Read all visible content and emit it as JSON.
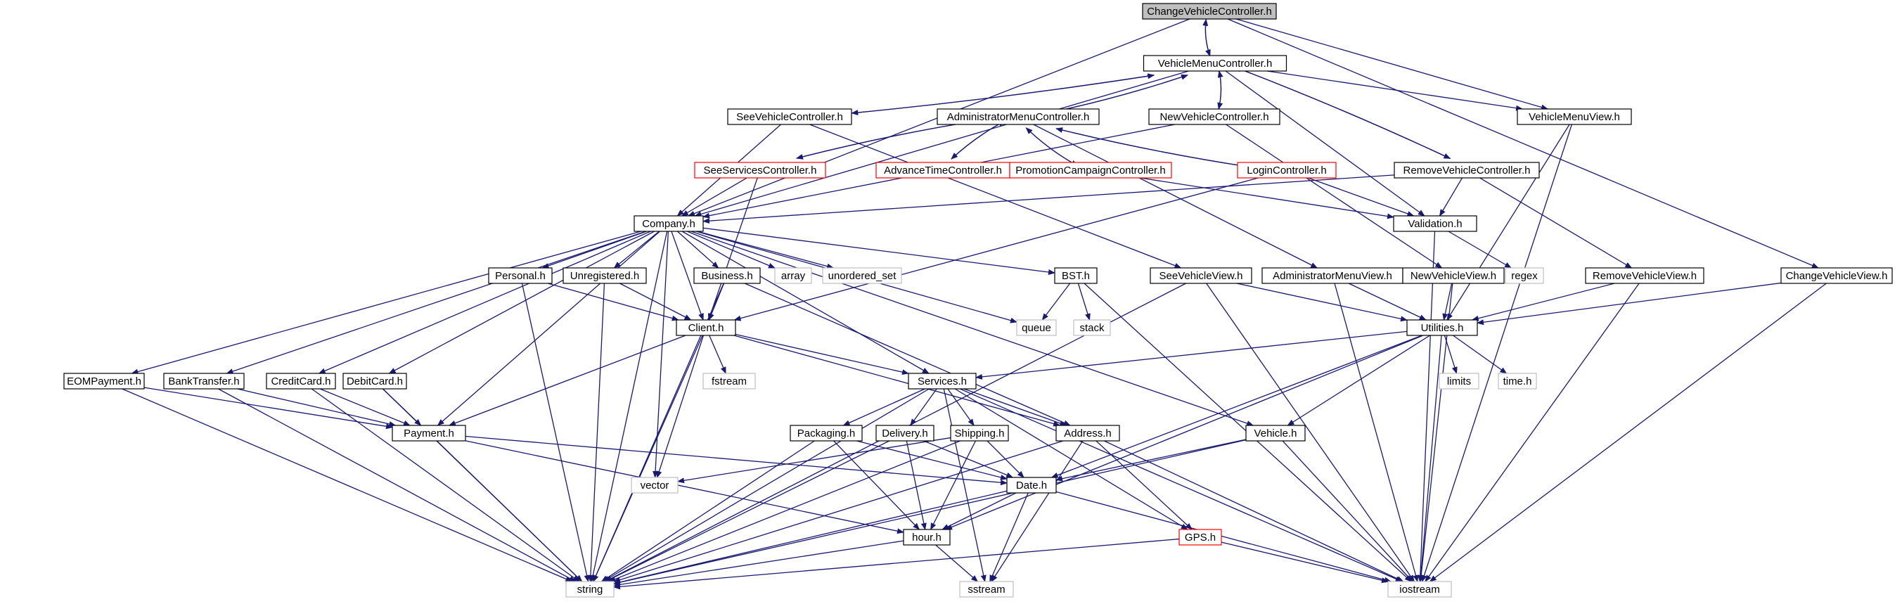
{
  "title": "",
  "nodes": [
    {
      "id": "ChangeVehicleController",
      "label": "ChangeVehicleController.h",
      "style": "root"
    },
    {
      "id": "VehicleMenuController",
      "label": "VehicleMenuController.h",
      "style": "normal"
    },
    {
      "id": "SeeVehicleController",
      "label": "SeeVehicleController.h",
      "style": "normal"
    },
    {
      "id": "AdministratorMenuController",
      "label": "AdministratorMenuController.h",
      "style": "normal"
    },
    {
      "id": "NewVehicleController",
      "label": "NewVehicleController.h",
      "style": "normal"
    },
    {
      "id": "VehicleMenuView",
      "label": "VehicleMenuView.h",
      "style": "normal"
    },
    {
      "id": "SeeServicesController",
      "label": "SeeServicesController.h",
      "style": "red"
    },
    {
      "id": "AdvanceTimeController",
      "label": "AdvanceTimeController.h",
      "style": "red"
    },
    {
      "id": "PromotionCampaignController",
      "label": "PromotionCampaignController.h",
      "style": "red"
    },
    {
      "id": "LoginController",
      "label": "LoginController.h",
      "style": "red"
    },
    {
      "id": "RemoveVehicleController",
      "label": "RemoveVehicleController.h",
      "style": "normal"
    },
    {
      "id": "Company",
      "label": "Company.h",
      "style": "normal"
    },
    {
      "id": "Validation",
      "label": "Validation.h",
      "style": "normal"
    },
    {
      "id": "Personal",
      "label": "Personal.h",
      "style": "normal"
    },
    {
      "id": "Unregistered",
      "label": "Unregistered.h",
      "style": "normal"
    },
    {
      "id": "Business",
      "label": "Business.h",
      "style": "normal"
    },
    {
      "id": "array",
      "label": "array",
      "style": "gray"
    },
    {
      "id": "unordered_set",
      "label": "unordered_set",
      "style": "gray"
    },
    {
      "id": "BST",
      "label": "BST.h",
      "style": "normal"
    },
    {
      "id": "SeeVehicleView",
      "label": "SeeVehicleView.h",
      "style": "normal"
    },
    {
      "id": "AdministratorMenuView",
      "label": "AdministratorMenuView.h",
      "style": "normal"
    },
    {
      "id": "NewVehicleView",
      "label": "NewVehicleView.h",
      "style": "normal"
    },
    {
      "id": "regex",
      "label": "regex",
      "style": "gray"
    },
    {
      "id": "RemoveVehicleView",
      "label": "RemoveVehicleView.h",
      "style": "normal"
    },
    {
      "id": "ChangeVehicleView",
      "label": "ChangeVehicleView.h",
      "style": "normal"
    },
    {
      "id": "Client",
      "label": "Client.h",
      "style": "normal"
    },
    {
      "id": "queue",
      "label": "queue",
      "style": "gray"
    },
    {
      "id": "stack",
      "label": "stack",
      "style": "gray"
    },
    {
      "id": "Utilities",
      "label": "Utilities.h",
      "style": "normal"
    },
    {
      "id": "EOMPayment",
      "label": "EOMPayment.h",
      "style": "normal"
    },
    {
      "id": "BankTransfer",
      "label": "BankTransfer.h",
      "style": "normal"
    },
    {
      "id": "CreditCard",
      "label": "CreditCard.h",
      "style": "normal"
    },
    {
      "id": "DebitCard",
      "label": "DebitCard.h",
      "style": "normal"
    },
    {
      "id": "fstream",
      "label": "fstream",
      "style": "gray"
    },
    {
      "id": "Services",
      "label": "Services.h",
      "style": "normal"
    },
    {
      "id": "limits",
      "label": "limits",
      "style": "gray"
    },
    {
      "id": "time",
      "label": "time.h",
      "style": "gray"
    },
    {
      "id": "Payment",
      "label": "Payment.h",
      "style": "normal"
    },
    {
      "id": "Packaging",
      "label": "Packaging.h",
      "style": "normal"
    },
    {
      "id": "Delivery",
      "label": "Delivery.h",
      "style": "normal"
    },
    {
      "id": "Shipping",
      "label": "Shipping.h",
      "style": "normal"
    },
    {
      "id": "Address",
      "label": "Address.h",
      "style": "normal"
    },
    {
      "id": "Vehicle",
      "label": "Vehicle.h",
      "style": "normal"
    },
    {
      "id": "vector",
      "label": "vector",
      "style": "gray"
    },
    {
      "id": "Date",
      "label": "Date.h",
      "style": "normal"
    },
    {
      "id": "hour",
      "label": "hour.h",
      "style": "normal"
    },
    {
      "id": "GPS",
      "label": "GPS.h",
      "style": "red"
    },
    {
      "id": "string",
      "label": "string",
      "style": "gray"
    },
    {
      "id": "sstream",
      "label": "sstream",
      "style": "gray"
    },
    {
      "id": "iostream",
      "label": "iostream",
      "style": "gray"
    }
  ],
  "edges": [
    [
      "ChangeVehicleController",
      "VehicleMenuController"
    ],
    [
      "ChangeVehicleController",
      "Company"
    ],
    [
      "ChangeVehicleController",
      "VehicleMenuView"
    ],
    [
      "ChangeVehicleController",
      "ChangeVehicleView"
    ],
    [
      "VehicleMenuController",
      "ChangeVehicleController"
    ],
    [
      "VehicleMenuController",
      "SeeVehicleController"
    ],
    [
      "VehicleMenuController",
      "AdministratorMenuController"
    ],
    [
      "VehicleMenuController",
      "NewVehicleController"
    ],
    [
      "VehicleMenuController",
      "VehicleMenuView"
    ],
    [
      "VehicleMenuController",
      "RemoveVehicleController"
    ],
    [
      "VehicleMenuController",
      "Company"
    ],
    [
      "VehicleMenuController",
      "Validation"
    ],
    [
      "SeeVehicleController",
      "VehicleMenuController"
    ],
    [
      "SeeVehicleController",
      "Company"
    ],
    [
      "SeeVehicleController",
      "SeeVehicleView"
    ],
    [
      "AdministratorMenuController",
      "VehicleMenuController"
    ],
    [
      "AdministratorMenuController",
      "SeeServicesController"
    ],
    [
      "AdministratorMenuController",
      "AdvanceTimeController"
    ],
    [
      "AdministratorMenuController",
      "PromotionCampaignController"
    ],
    [
      "AdministratorMenuController",
      "LoginController"
    ],
    [
      "AdministratorMenuController",
      "AdministratorMenuView"
    ],
    [
      "NewVehicleController",
      "VehicleMenuController"
    ],
    [
      "NewVehicleController",
      "Company"
    ],
    [
      "NewVehicleController",
      "NewVehicleView"
    ],
    [
      "RemoveVehicleController",
      "VehicleMenuController"
    ],
    [
      "RemoveVehicleController",
      "Company"
    ],
    [
      "RemoveVehicleController",
      "Validation"
    ],
    [
      "RemoveVehicleController",
      "RemoveVehicleView"
    ],
    [
      "SeeServicesController",
      "AdministratorMenuController"
    ],
    [
      "SeeServicesController",
      "Company"
    ],
    [
      "SeeServicesController",
      "Client"
    ],
    [
      "AdvanceTimeController",
      "AdministratorMenuController"
    ],
    [
      "PromotionCampaignController",
      "AdministratorMenuController"
    ],
    [
      "PromotionCampaignController",
      "Validation"
    ],
    [
      "LoginController",
      "AdministratorMenuController"
    ],
    [
      "LoginController",
      "Validation"
    ],
    [
      "LoginController",
      "Client"
    ],
    [
      "VehicleMenuView",
      "Utilities"
    ],
    [
      "VehicleMenuView",
      "iostream"
    ],
    [
      "ChangeVehicleView",
      "Utilities"
    ],
    [
      "ChangeVehicleView",
      "iostream"
    ],
    [
      "RemoveVehicleView",
      "Utilities"
    ],
    [
      "RemoveVehicleView",
      "iostream"
    ],
    [
      "NewVehicleView",
      "Utilities"
    ],
    [
      "NewVehicleView",
      "iostream"
    ],
    [
      "AdministratorMenuView",
      "Utilities"
    ],
    [
      "AdministratorMenuView",
      "iostream"
    ],
    [
      "SeeVehicleView",
      "Utilities"
    ],
    [
      "SeeVehicleView",
      "iostream"
    ],
    [
      "SeeVehicleView",
      "string"
    ],
    [
      "Validation",
      "regex"
    ],
    [
      "Validation",
      "iostream"
    ],
    [
      "Company",
      "Personal"
    ],
    [
      "Company",
      "Unregistered"
    ],
    [
      "Company",
      "Business"
    ],
    [
      "Company",
      "array"
    ],
    [
      "Company",
      "unordered_set"
    ],
    [
      "Company",
      "BST"
    ],
    [
      "Company",
      "Client"
    ],
    [
      "Company",
      "queue"
    ],
    [
      "Company",
      "Services"
    ],
    [
      "Company",
      "Vehicle"
    ],
    [
      "Company",
      "vector"
    ],
    [
      "Company",
      "EOMPayment"
    ],
    [
      "Company",
      "BankTransfer"
    ],
    [
      "Company",
      "CreditCard"
    ],
    [
      "Company",
      "DebitCard"
    ],
    [
      "Company",
      "Payment"
    ],
    [
      "Company",
      "string"
    ],
    [
      "Personal",
      "Client"
    ],
    [
      "Personal",
      "string"
    ],
    [
      "Unregistered",
      "Client"
    ],
    [
      "Unregistered",
      "string"
    ],
    [
      "Business",
      "Client"
    ],
    [
      "Business",
      "Address"
    ],
    [
      "Business",
      "string"
    ],
    [
      "BST",
      "queue"
    ],
    [
      "BST",
      "stack"
    ],
    [
      "BST",
      "iostream"
    ],
    [
      "Client",
      "fstream"
    ],
    [
      "Client",
      "Services"
    ],
    [
      "Client",
      "Address"
    ],
    [
      "Client",
      "Payment"
    ],
    [
      "Client",
      "vector"
    ],
    [
      "Client",
      "string"
    ],
    [
      "Utilities",
      "limits"
    ],
    [
      "Utilities",
      "time"
    ],
    [
      "Utilities",
      "Services"
    ],
    [
      "Utilities",
      "Vehicle"
    ],
    [
      "Utilities",
      "Date"
    ],
    [
      "Utilities",
      "hour"
    ],
    [
      "Utilities",
      "iostream"
    ],
    [
      "EOMPayment",
      "Payment"
    ],
    [
      "EOMPayment",
      "string"
    ],
    [
      "BankTransfer",
      "Payment"
    ],
    [
      "BankTransfer",
      "string"
    ],
    [
      "CreditCard",
      "Payment"
    ],
    [
      "CreditCard",
      "string"
    ],
    [
      "DebitCard",
      "Payment"
    ],
    [
      "DebitCard",
      "string"
    ],
    [
      "Payment",
      "Date"
    ],
    [
      "Payment",
      "hour"
    ],
    [
      "Payment",
      "string"
    ],
    [
      "Services",
      "Packaging"
    ],
    [
      "Services",
      "Delivery"
    ],
    [
      "Services",
      "Shipping"
    ],
    [
      "Services",
      "Address"
    ],
    [
      "Services",
      "GPS"
    ],
    [
      "Services",
      "string"
    ],
    [
      "Services",
      "sstream"
    ],
    [
      "Services",
      "iostream"
    ],
    [
      "Packaging",
      "Date"
    ],
    [
      "Packaging",
      "hour"
    ],
    [
      "Packaging",
      "string"
    ],
    [
      "Delivery",
      "Date"
    ],
    [
      "Delivery",
      "hour"
    ],
    [
      "Delivery",
      "string"
    ],
    [
      "Shipping",
      "Date"
    ],
    [
      "Shipping",
      "hour"
    ],
    [
      "Shipping",
      "vector"
    ],
    [
      "Shipping",
      "string"
    ],
    [
      "Address",
      "GPS"
    ],
    [
      "Address",
      "sstream"
    ],
    [
      "Address",
      "string"
    ],
    [
      "Address",
      "iostream"
    ],
    [
      "Vehicle",
      "Date"
    ],
    [
      "Vehicle",
      "string"
    ],
    [
      "Vehicle",
      "iostream"
    ],
    [
      "Date",
      "hour"
    ],
    [
      "Date",
      "string"
    ],
    [
      "Date",
      "sstream"
    ],
    [
      "Date",
      "iostream"
    ],
    [
      "hour",
      "string"
    ],
    [
      "hour",
      "sstream"
    ],
    [
      "GPS",
      "string"
    ],
    [
      "GPS",
      "iostream"
    ]
  ],
  "colors": {
    "edge": "#191970",
    "node_border": "#000000",
    "node_border_gray": "#bfbfbf",
    "node_border_red": "#ff0000",
    "root_fill": "#bfbfbf",
    "node_fill": "#ffffff"
  }
}
